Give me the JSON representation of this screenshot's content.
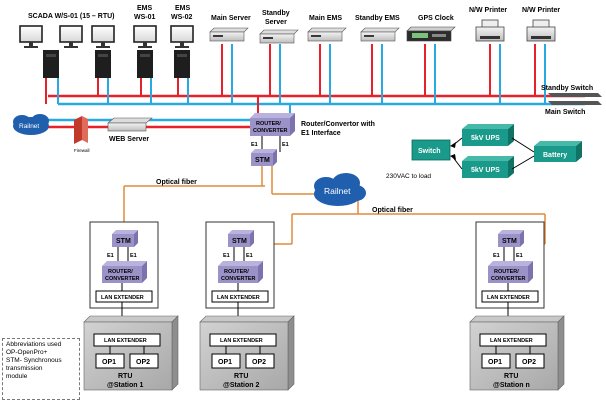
{
  "top_devices": {
    "scada": "SCADA W/S-01 (15 – RTU)",
    "ems1_a": "EMS",
    "ems1_b": "WS-01",
    "ems2_a": "EMS",
    "ems2_b": "WS-02",
    "main_server": "Main Server",
    "standby_server_a": "Standby",
    "standby_server_b": "Server",
    "main_ems": "Main EMS",
    "standby_ems": "Standby EMS",
    "gps_clock": "GPS Clock",
    "printer1": "N/W Printer",
    "printer2": "N/W Printer"
  },
  "switches": {
    "standby": "Standby Switch",
    "main": "Main Switch"
  },
  "control": {
    "railnet": "Railnet",
    "firewall": "Firewall",
    "web_server": "WEB Server",
    "router_a": "ROUTER/",
    "router_b": "CONVERTER",
    "router_caption_a": "Router/Convertor with",
    "router_caption_b": "E1 Interface",
    "e1_left": "E1",
    "e1_right": "E1",
    "stm": "STM"
  },
  "power": {
    "switch": "Switch",
    "ups1": "5kV UPS",
    "ups2": "5kV UPS",
    "battery": "Battery",
    "load": "230VAC to load"
  },
  "network": {
    "railnet": "Railnet",
    "optical1": "Optical fiber",
    "optical2": "Optical fiber"
  },
  "stations": [
    {
      "stm": "STM",
      "e1_left": "E1",
      "e1_right": "E1",
      "router_a": "ROUTER/",
      "router_b": "CONVERTER",
      "lan_ext_top": "LAN EXTENDER",
      "lan_ext_rtu": "LAN EXTENDER",
      "op1": "OP1",
      "op2": "OP2",
      "rtu": "RTU",
      "station": "@Station 1"
    },
    {
      "stm": "STM",
      "e1_left": "E1",
      "e1_right": "E1",
      "router_a": "ROUTER/",
      "router_b": "CONVERTER",
      "lan_ext_top": "LAN EXTENDER",
      "lan_ext_rtu": "LAN EXTENDER",
      "op1": "OP1",
      "op2": "OP2",
      "rtu": "RTU",
      "station": "@Station 2"
    },
    {
      "stm": "STM",
      "e1_left": "E1",
      "e1_right": "E1",
      "router_a": "ROUTER/",
      "router_b": "CONVERTER",
      "lan_ext_top": "LAN EXTENDER",
      "lan_ext_rtu": "LAN EXTENDER",
      "op1": "OP1",
      "op2": "OP2",
      "rtu": "RTU",
      "station": "@Station n"
    }
  ],
  "abbreviations": {
    "line1": "Abbreviations used",
    "line2": "OP-OpenPro+",
    "line3": "STM- Synchronous",
    "line4": "transmission",
    "line5": "module"
  },
  "colors": {
    "red_link": "#e8202a",
    "blue_link": "#29a9e0",
    "fiber": "#e08a3a",
    "module": "#9b93c8",
    "ups": "#1a9a8a"
  }
}
